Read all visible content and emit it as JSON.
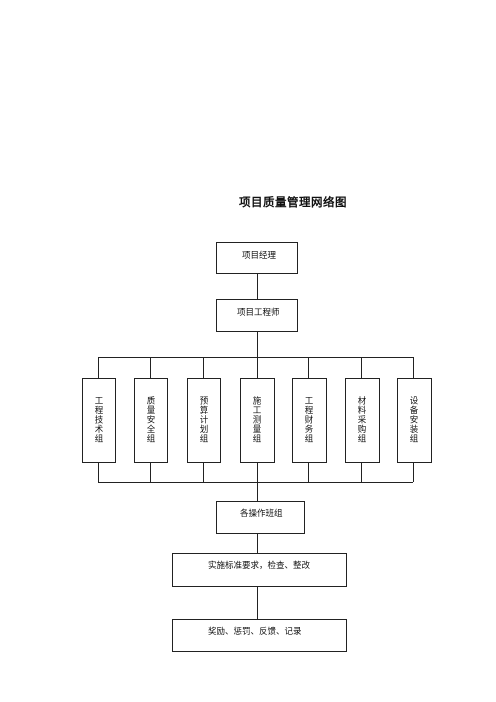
{
  "diagram": {
    "title": "项目质量管理网络图",
    "manager": "项目经理",
    "engineer": "项目工程师",
    "groups": [
      "工程技术组",
      "质量安全组",
      "预算计划组",
      "施工测量组",
      "工程财务组",
      "材料采购组",
      "设备安装组"
    ],
    "teams": "各操作班组",
    "step1": "实施标准要求，检查、整改",
    "step2": "奖励、惩罚、反馈、记录"
  }
}
